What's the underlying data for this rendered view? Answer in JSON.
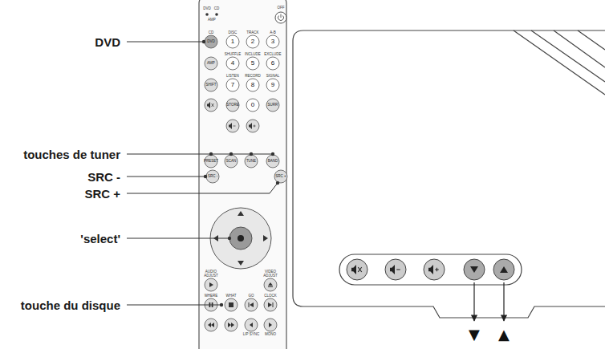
{
  "diagram": {
    "labels": [
      "DVD",
      "touches de tuner",
      "SRC -",
      "SRC +",
      "'select'",
      "touche du disque",
      "DVD",
      "CD",
      "AMP",
      "OFF",
      "CD",
      "DVD",
      "DISC",
      "TRACK",
      "A-B",
      "1",
      "2",
      "3",
      "AMP",
      "SHUFFLE",
      "INCLUDE",
      "EXCLUDE",
      "4",
      "5",
      "6",
      "SHIFT",
      "LISTEN",
      "RECORD",
      "SIGNAL",
      "7",
      "8",
      "9",
      "STORE",
      "0",
      "SURR",
      "PRESET",
      "SCAN",
      "TUNE",
      "BAND",
      "SRC -",
      "SRC +",
      "AUDIO ADJUST",
      "VIDEO ADJUST",
      "WHERE",
      "WHAT",
      "GO",
      "CLOCK",
      "LIP SYNC",
      "MONO",
      "▼",
      "▲"
    ]
  }
}
